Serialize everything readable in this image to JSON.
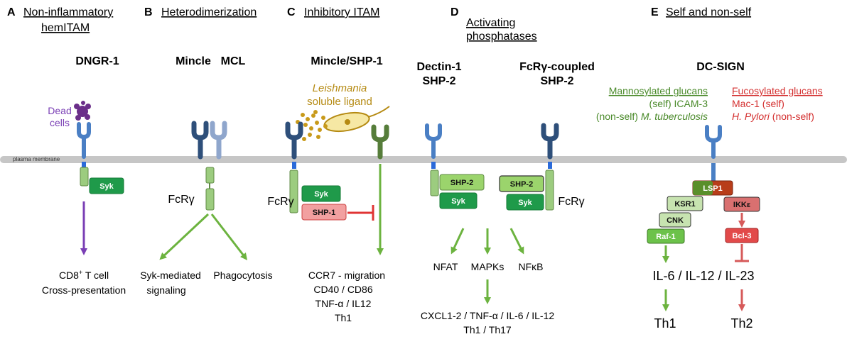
{
  "panels": {
    "A": {
      "letter": "A",
      "title_line1": "Non-inflammatory",
      "title_line2": "hemITAM",
      "receptor": "DNGR-1",
      "ligand_line1": "Dead",
      "ligand_line2": "cells",
      "kinase": "Syk",
      "outcome_line1": "CD8",
      "outcome_sup": "+",
      "outcome_line1b": " T cell",
      "outcome_line2": "Cross-presentation"
    },
    "B": {
      "letter": "B",
      "title": "Heterodimerization",
      "receptor_1": "Mincle",
      "receptor_2": "MCL",
      "adaptor": "FcRγ",
      "outcome_left_line1": "Syk-mediated",
      "outcome_left_line2": "signaling",
      "outcome_right": "Phagocytosis"
    },
    "C": {
      "letter": "C",
      "title": "Inhibitory ITAM",
      "receptor": "Mincle/SHP-1",
      "ligand_line1": "Leishmania",
      "ligand_line2": "soluble ligand",
      "adaptor": "FcRγ",
      "kinase": "Syk",
      "phosphatase": "SHP-1",
      "outcomes": [
        "CCR7 - migration",
        "CD40 / CD86",
        "TNF-α / IL12",
        "Th1"
      ]
    },
    "D": {
      "letter": "D",
      "title_line1": "Activating",
      "title_line2": "phosphatases",
      "receptor_left_line1": "Dectin-1",
      "receptor_left_line2": "SHP-2",
      "receptor_right_line1": "FcRγ-coupled",
      "receptor_right_line2": "SHP-2",
      "left_phosphatase": "SHP-2",
      "left_kinase": "Syk",
      "right_phosphatase": "SHP-2",
      "right_kinase": "Syk",
      "adaptor": "FcRγ",
      "pathways": [
        "NFAT",
        "MAPKs",
        "NFκB"
      ],
      "outcome_line1": "CXCL1-2 / TNF-α / IL-6 / IL-12",
      "outcome_line2": "Th1 / Th17"
    },
    "E": {
      "letter": "E",
      "title": "Self and non-self",
      "receptor": "DC-SIGN",
      "mannose_title": "Mannosylated glucans",
      "mannose_line1": "(self) ICAM-3",
      "mannose_line2_prefix": "(non-self) ",
      "mannose_line2_italic": "M. tuberculosis",
      "fucose_title": "Fucosylated glucans",
      "fucose_line1": "Mac-1 (self)",
      "fucose_line2_italic": "H. Pylori",
      "fucose_line2_suffix": " (non-self)",
      "nodes": {
        "lsp1": "LSP1",
        "ksr1": "KSR1",
        "cnk": "CNK",
        "raf1": "Raf-1",
        "ikke": "IKKε",
        "bcl3": "Bcl-3"
      },
      "cytokines": "IL-6 / IL-12 / IL-23",
      "outcome_left": "Th1",
      "outcome_right": "Th2"
    }
  },
  "membrane_label": "plasma membrane",
  "colors": {
    "membrane": "#c6c6c6",
    "receptor_blue": "#4a7fc4",
    "receptor_dark": "#2e4f7a",
    "receptor_light": "#8fa6cc",
    "green_receptor": "#567d3a",
    "syk": "#1f9a4a",
    "shp2": "#9bd46c",
    "shp1": "#f2a0a0",
    "fcr": "#9ccc7f",
    "arrow_green": "#6cb33f",
    "arrow_purple": "#7a3fb5",
    "inhibit_red": "#e03434",
    "mannose_text": "#4a8a2a",
    "fucose_text": "#d43030",
    "leish_text": "#b58a12",
    "lsp1": "#b83d1a",
    "ikke": "#d97070",
    "bcl3": "#e24a4a",
    "th2_arrow": "#d65a5a"
  }
}
